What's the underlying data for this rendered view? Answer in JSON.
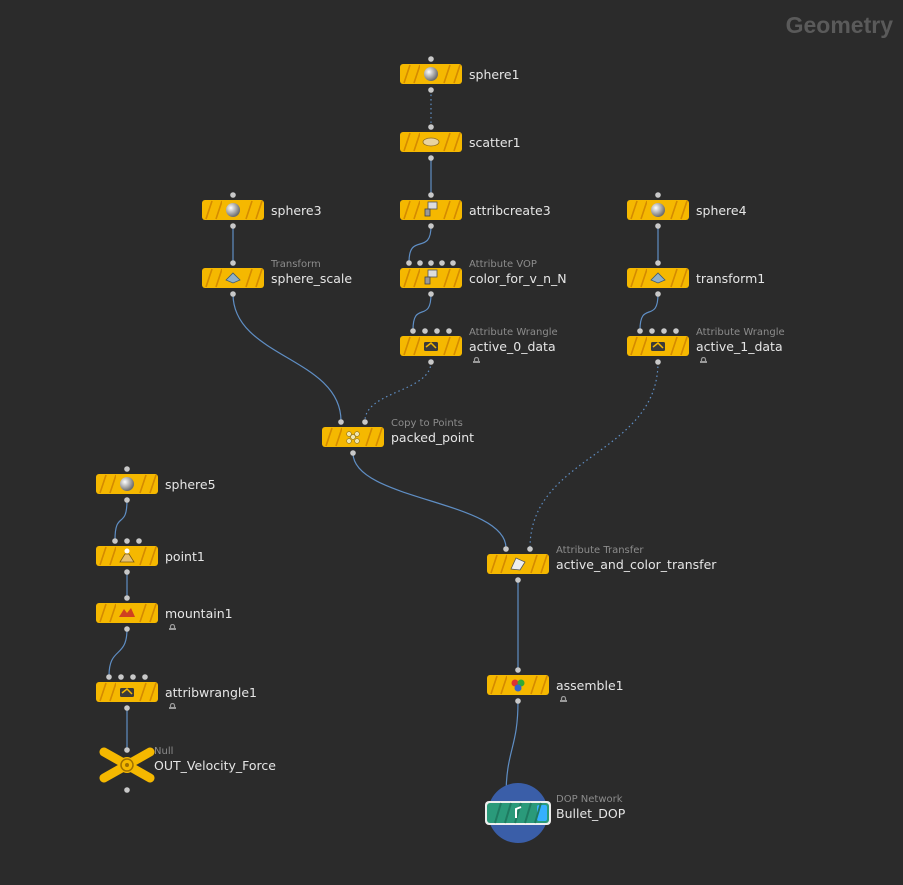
{
  "context": "Geometry",
  "nodes": [
    {
      "id": "sphere1",
      "label": "sphere1",
      "type": "",
      "icon": "sphere-icon",
      "locked": false
    },
    {
      "id": "scatter1",
      "label": "scatter1",
      "type": "",
      "icon": "scatter-icon",
      "locked": false
    },
    {
      "id": "attribcreate3",
      "label": "attribcreate3",
      "type": "",
      "icon": "attribcreate-icon",
      "locked": false
    },
    {
      "id": "color_for_v_n_N",
      "label": "color_for_v_n_N",
      "type": "Attribute VOP",
      "icon": "vop-icon",
      "locked": false
    },
    {
      "id": "active_0_data",
      "label": "active_0_data",
      "type": "Attribute Wrangle",
      "icon": "wrangle-icon",
      "locked": true
    },
    {
      "id": "sphere3",
      "label": "sphere3",
      "type": "",
      "icon": "sphere-icon",
      "locked": false
    },
    {
      "id": "sphere_scale",
      "label": "sphere_scale",
      "type": "Transform",
      "icon": "transform-icon",
      "locked": false
    },
    {
      "id": "sphere4",
      "label": "sphere4",
      "type": "",
      "icon": "sphere-icon",
      "locked": false
    },
    {
      "id": "transform1",
      "label": "transform1",
      "type": "",
      "icon": "transform-icon",
      "locked": false
    },
    {
      "id": "active_1_data",
      "label": "active_1_data",
      "type": "Attribute Wrangle",
      "icon": "wrangle-icon",
      "locked": true
    },
    {
      "id": "packed_point",
      "label": "packed_point",
      "type": "Copy to Points",
      "icon": "copy-to-points-icon",
      "locked": false
    },
    {
      "id": "active_and_color_transfer",
      "label": "active_and_color_transfer",
      "type": "Attribute Transfer",
      "icon": "attribtransfer-icon",
      "locked": false
    },
    {
      "id": "assemble1",
      "label": "assemble1",
      "type": "",
      "icon": "assemble-icon",
      "locked": true
    },
    {
      "id": "Bullet_DOP",
      "label": "Bullet_DOP",
      "type": "DOP Network",
      "icon": "dopnet-icon",
      "locked": false
    },
    {
      "id": "sphere5",
      "label": "sphere5",
      "type": "",
      "icon": "sphere-icon",
      "locked": false
    },
    {
      "id": "point1",
      "label": "point1",
      "type": "",
      "icon": "point-icon",
      "locked": false
    },
    {
      "id": "mountain1",
      "label": "mountain1",
      "type": "",
      "icon": "mountain-icon",
      "locked": true
    },
    {
      "id": "attribwrangle1",
      "label": "attribwrangle1",
      "type": "",
      "icon": "wrangle-icon",
      "locked": true
    },
    {
      "id": "OUT_Velocity_Force",
      "label": "OUT_Velocity_Force",
      "type": "Null",
      "icon": "null-icon",
      "locked": false
    }
  ],
  "colors": {
    "background": "#2b2b2b",
    "node": "#f5b800",
    "node_stripe": "#d48a00",
    "wire": "#5f8ec4",
    "port": "#c8c8c8",
    "dop_halo": "#3a5ea8",
    "dop_body": "#2a9a7a",
    "dop_accent": "#35b0ff",
    "context": "#5a5a5a"
  }
}
